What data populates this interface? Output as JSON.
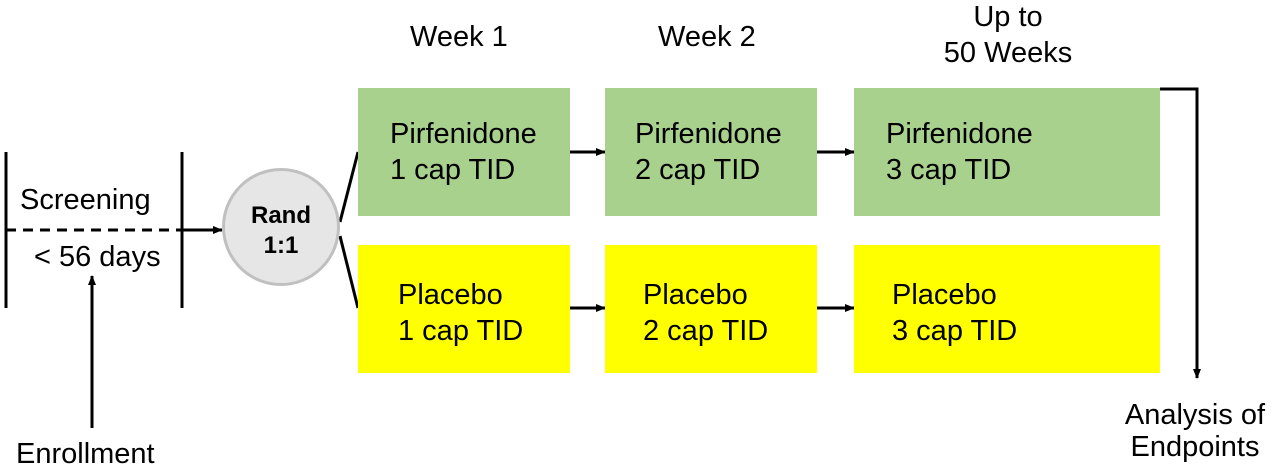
{
  "timeline": {
    "week1": "Week 1",
    "week2": "Week 2",
    "week3_line1": "Up to",
    "week3_line2": "50 Weeks"
  },
  "screening": {
    "label": "Screening",
    "duration": "< 56 days"
  },
  "enrollment": "Enrollment",
  "randomization": {
    "line1": "Rand",
    "line2": "1:1"
  },
  "arms": {
    "treatment": [
      {
        "line1": "Pirfenidone",
        "line2": "1 cap TID"
      },
      {
        "line1": "Pirfenidone",
        "line2": "2 cap TID"
      },
      {
        "line1": "Pirfenidone",
        "line2": "3 cap TID"
      }
    ],
    "placebo": [
      {
        "line1": "Placebo",
        "line2": "1 cap TID"
      },
      {
        "line1": "Placebo",
        "line2": "2 cap TID"
      },
      {
        "line1": "Placebo",
        "line2": "3 cap TID"
      }
    ]
  },
  "analysis": {
    "line1": "Analysis of",
    "line2": "Endpoints"
  },
  "colors": {
    "treatment_box": "#a9d18e",
    "placebo_box": "#ffff00",
    "rand_circle": "#e7e6e6"
  }
}
